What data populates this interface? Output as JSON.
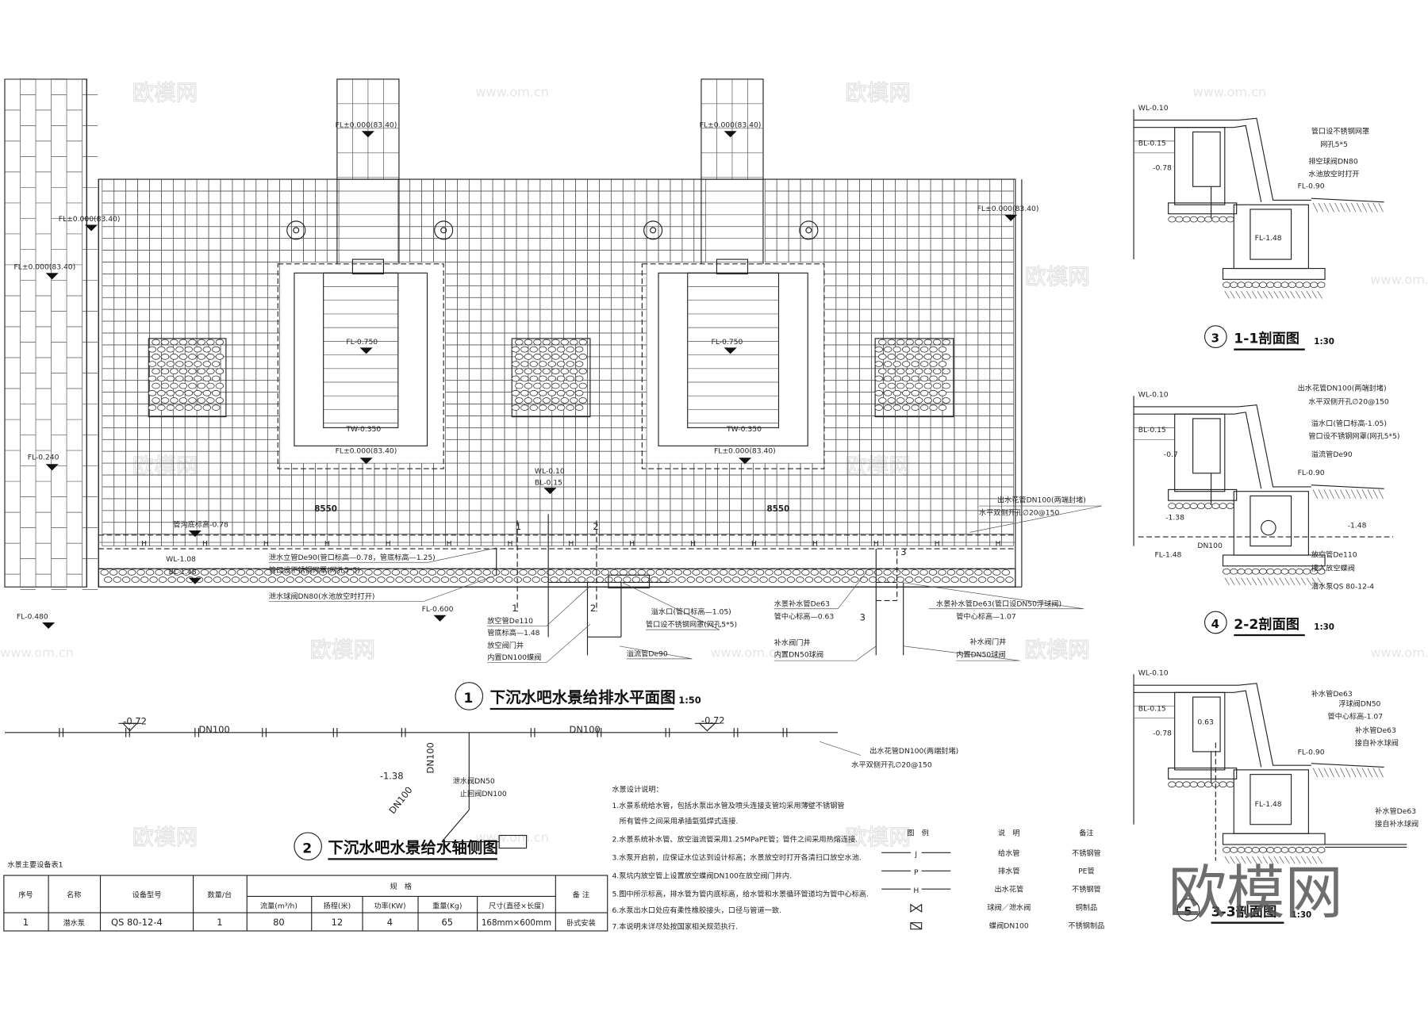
{
  "plan": {
    "fl_tower1": "FL±0.000(83.40)",
    "fl_tower2": "FL±0.000(83.40)",
    "fl_left1": "FL±0.000(83.40)",
    "fl_left2": "FL±0.000(83.40)",
    "fl_right": "FL±0.000(83.40)",
    "pool1_fl": "FL-0.750",
    "pool2_fl": "FL-0.750",
    "pool1_tw": "TW-0.350",
    "pool2_tw": "TW-0.350",
    "pool1_fl0": "FL±0.000(83.40)",
    "pool2_fl0": "FL±0.000(83.40)",
    "fl_left_strip": "FL-0.240",
    "wl_center": "WL-0.10",
    "bl_center": "BL-0.15",
    "dim_left": "8550",
    "dim_right": "8550",
    "trench_bottom": "管沟底标高-0.78",
    "wl_trench": "WL-1.08",
    "bl_trench": "BL-1.48",
    "fl_outside": "FL-0.480",
    "fl_0600": "FL-0.600",
    "section_marks": [
      "1",
      "1",
      "2",
      "2",
      "3",
      "3"
    ],
    "callouts": {
      "drain_riser": "泄水立管De90(管口标高—0.78，管底标高—1.25)",
      "drain_riser_mesh": "管口设不锈钢网罩(网孔5*5)",
      "drain_valve": "泄水球阀DN80(水池放空时打开)",
      "empty_pipe": "放空管De110",
      "empty_pipe_elev": "管底标高—1.48",
      "empty_well": "放空阀门井",
      "empty_well_valve": "内置DN100蝶阀",
      "overflow_inlet": "溢水口(管口标高—1.05)",
      "overflow_mesh": "管口设不锈钢网罩(网孔5*5)",
      "overflow_pipe": "溢流管De90",
      "makeup_pipe_left": "水景补水管De63",
      "makeup_pipe_left_elev": "管中心标高—0.63",
      "makeup_well_left": "补水阀门井",
      "makeup_well_left_valve": "内置DN50球阀",
      "makeup_pipe_right": "水景补水管De63(管口设DN50浮球阀)",
      "makeup_pipe_right_elev": "管中心标高—1.07",
      "makeup_well_right": "补水阀门井",
      "makeup_well_right_valve": "内置DN50球阀",
      "outlet_pipe": "出水花管DN100(两端封堵)",
      "outlet_pipe_holes": "水平双侧开孔∅20@150"
    },
    "title_no": "1",
    "title": "下沉水吧水景给排水平面图",
    "scale": "1:50"
  },
  "axonometric": {
    "elev_left": "-0.72",
    "dn_left": "DN100",
    "dn_right": "DN100",
    "elev_right": "-0.72",
    "dn_vertical": "DN100",
    "elev_low": "-1.38",
    "dn_diag": "DN100",
    "drain_valve": "泄水阀DN50",
    "check_valve": "止回阀DN100",
    "outlet_pipe": "出水花管DN100(两端封堵)",
    "outlet_pipe_holes": "水平双侧开孔∅20@150",
    "title_no": "2",
    "title": "下沉水吧水景给水轴侧图"
  },
  "equipment_table": {
    "title": "水景主要设备表1",
    "headers": [
      "序号",
      "名称",
      "设备型号",
      "数量/台",
      "规　格",
      "备 注"
    ],
    "spec_headers": [
      "流量(m³/h)",
      "扬程(米)",
      "功率(KW)",
      "重量(Kg)",
      "尺寸(直径×长度)"
    ],
    "rows": [
      [
        "1",
        "潜水泵",
        "QS 80-12-4",
        "1",
        "80",
        "12",
        "4",
        "65",
        "168mm×600mm",
        "卧式安装"
      ]
    ]
  },
  "notes": {
    "title": "水景设计说明：",
    "items": [
      "1.水景系统给水管，包括水泵出水管及喷头连接支管均采用薄壁不锈钢管",
      "　所有管件之间采用承插氩弧焊式连接.",
      "2.水景系统补水管、放空溢流管采用1.25MPaPE管；管件之间采用热熔连接.",
      "3.水泵开启前，应保证水位达到设计标高；水景放空时打开各清扫口放空水池.",
      "4.泵坑内放空管上设置放空蝶阀DN100在放空阀门井内.",
      "5.图中所示标高，排水管为管内底标高，给水管和水景循环管道均为管中心标高.",
      "6.水泵出水口处应有柔性橡胶接头，口径与管道一致.",
      "7.本说明未详尽处按国家相关规范执行."
    ]
  },
  "legend": {
    "headers": [
      "图　例",
      "说　明",
      "备注"
    ],
    "rows": [
      {
        "symbol": "J",
        "desc": "给水管",
        "note": "不锈钢管"
      },
      {
        "symbol": "P",
        "desc": "排水管",
        "note": "PE管"
      },
      {
        "symbol": "H",
        "desc": "出水花管",
        "note": "不锈钢管"
      },
      {
        "symbol": "ball-valve",
        "desc": "球阀／泄水阀",
        "note": "铜制品"
      },
      {
        "symbol": "butterfly-valve",
        "desc": "蝶阀DN100",
        "note": "不锈钢制品"
      }
    ]
  },
  "sections": [
    {
      "no": "3",
      "title": "1-1剖面图",
      "scale": "1:30",
      "levels": [
        "WL-0.10",
        "BL-0.15",
        "-0.78",
        "FL-0.90",
        "FL-1.48"
      ],
      "callouts": [
        "管口设不锈钢网罩",
        "网孔5*5",
        "排空球阀DN80",
        "水池放空时打开"
      ]
    },
    {
      "no": "4",
      "title": "2-2剖面图",
      "scale": "1:30",
      "levels": [
        "WL-0.10",
        "BL-0.15",
        "-0.7",
        "FL-0.90",
        "-1.48",
        "FL-1.48",
        "DN100",
        "-1.38"
      ],
      "callouts": [
        "出水花管DN100(两端封堵)",
        "水平双侧开孔∅20@150",
        "溢水口(管口标高-1.05)",
        "管口设不锈钢网罩(网孔5*5)",
        "溢流管De90",
        "放空管De110",
        "接入放空蝶阀",
        "潜水泵QS 80-12-4"
      ]
    },
    {
      "no": "5",
      "title": "3-3剖面图",
      "scale": "1:30",
      "levels": [
        "WL-0.10",
        "BL-0.15",
        "-0.78",
        "0.63",
        "FL-0.90",
        "FL-1.48"
      ],
      "callouts": [
        "补水管De63",
        "浮球阀DN50",
        "管中心标高-1.07",
        "补水管De63",
        "接自补水球阀",
        "补水管De63",
        "接自补水球阀"
      ]
    }
  ],
  "watermark": {
    "brand": "欧模网",
    "url": "www.om.cn"
  }
}
